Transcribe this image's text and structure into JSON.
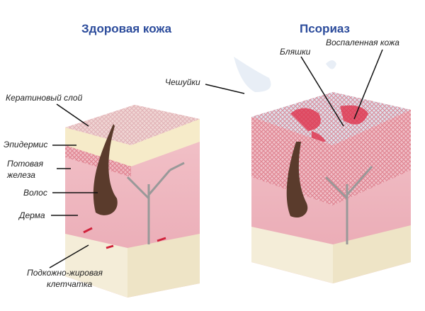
{
  "titles": {
    "healthy": "Здоровая кожа",
    "psoriasis": "Псориаз"
  },
  "labels": {
    "scales": "Чешуйки",
    "plaques": "Бляшки",
    "inflamed": "Воспаленная кожа",
    "keratin": "Кератиновый слой",
    "epidermis": "Эпидермис",
    "sweat_gland_1": "Потовая",
    "sweat_gland_2": "железа",
    "hair": "Волос",
    "dermis": "Дерма",
    "subcutaneous_1": "Подкожно-жировая",
    "subcutaneous_2": "клетчатка"
  }
}
